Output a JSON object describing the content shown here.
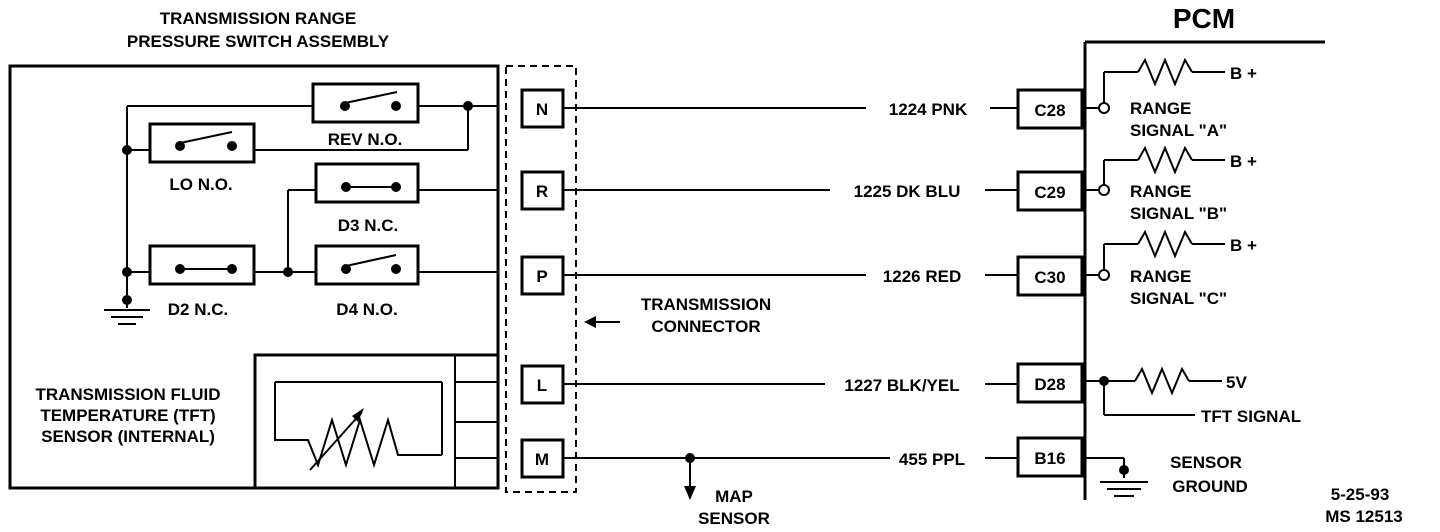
{
  "assembly": {
    "title_line1": "TRANSMISSION RANGE",
    "title_line2": "PRESSURE SWITCH ASSEMBLY"
  },
  "switches": {
    "rev": "REV N.O.",
    "lo": "LO N.O.",
    "d3": "D3 N.C.",
    "d2": "D2 N.C.",
    "d4": "D4 N.O."
  },
  "tft": {
    "line1": "TRANSMISSION FLUID",
    "line2": "TEMPERATURE (TFT)",
    "line3": "SENSOR (INTERNAL)"
  },
  "connector": {
    "pins": [
      "N",
      "R",
      "P",
      "L",
      "M"
    ],
    "label_line1": "TRANSMISSION",
    "label_line2": "CONNECTOR"
  },
  "wires": [
    "1224 PNK",
    "1225 DK BLU",
    "1226 RED",
    "1227 BLK/YEL",
    "455 PPL"
  ],
  "pcm": {
    "title": "PCM",
    "terminals": [
      "C28",
      "C29",
      "C30",
      "D28",
      "B16"
    ],
    "range_word": "RANGE",
    "signal_a": "SIGNAL \"A\"",
    "signal_b": "SIGNAL \"B\"",
    "signal_c": "SIGNAL \"C\"",
    "bplus": "B +",
    "five_v": "5V",
    "tft_signal": "TFT SIGNAL",
    "ground_line1": "SENSOR",
    "ground_line2": "GROUND"
  },
  "map": {
    "line1": "MAP",
    "line2": "SENSOR"
  },
  "footer": {
    "date": "5-25-93",
    "ms": "MS 12513"
  }
}
